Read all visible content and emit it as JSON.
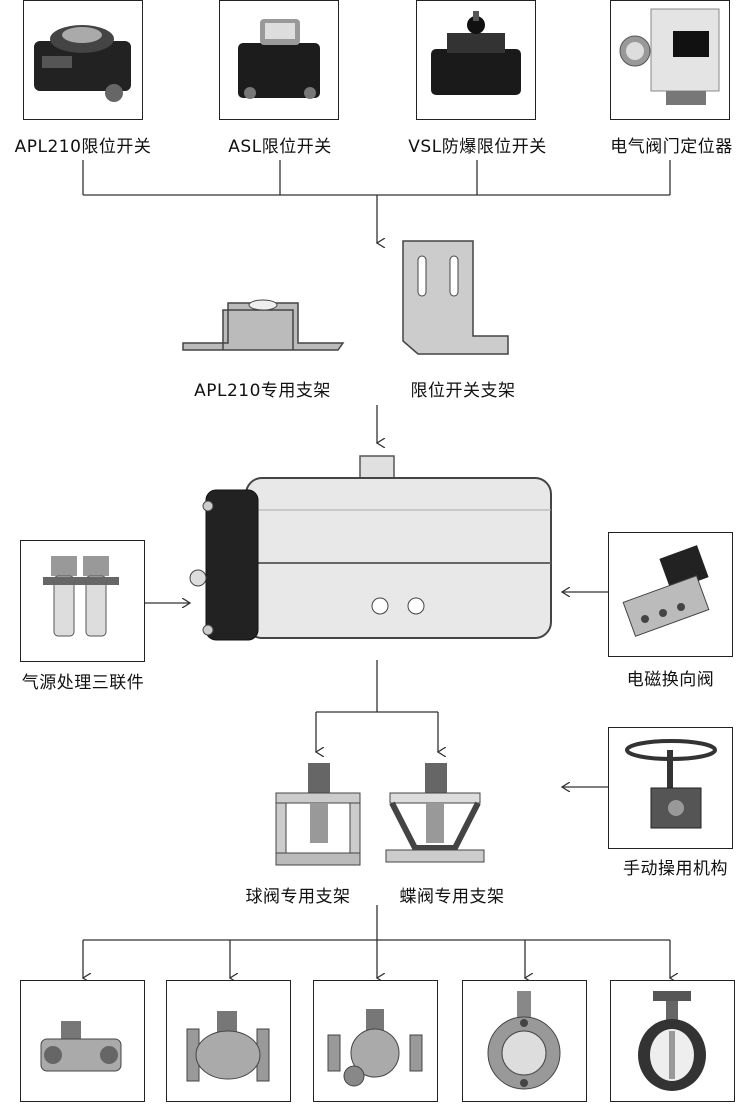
{
  "top_devices": [
    "APL210限位开关",
    "ASL限位开关",
    "VSL防爆限位开关",
    "电气阀门定位器"
  ],
  "brackets": [
    "APL210专用支架",
    "限位开关支架"
  ],
  "side_left": "气源处理三联件",
  "side_right_top": "电磁换向阀",
  "side_right_bottom": "手动操用机构",
  "mount_brackets": [
    "球阀专用支架",
    "蝶阀专用支架"
  ],
  "colors": {
    "line": "#333333",
    "box_border": "#222222"
  }
}
